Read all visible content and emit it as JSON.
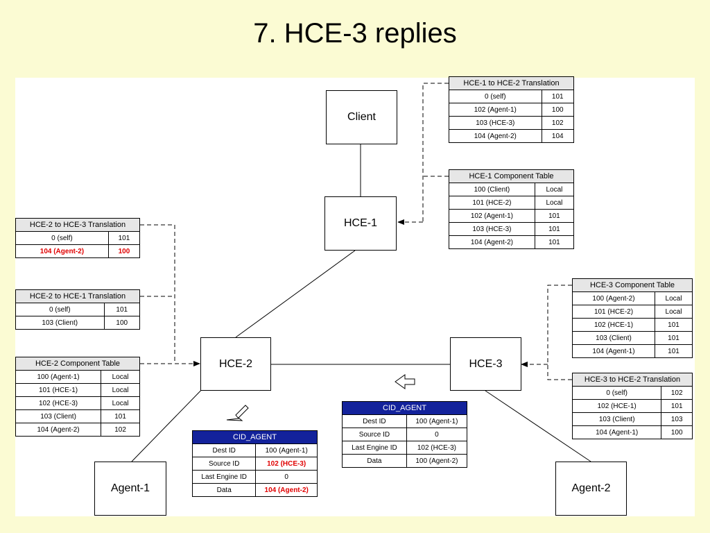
{
  "title": "7. HCE-3 replies",
  "nodes": {
    "client": "Client",
    "hce1": "HCE-1",
    "hce2": "HCE-2",
    "hce3": "HCE-3",
    "agent1": "Agent-1",
    "agent2": "Agent-2"
  },
  "tables": {
    "hce1_to_hce2": {
      "title": "HCE-1 to HCE-2 Translation",
      "rows": [
        [
          "0 (self)",
          "101"
        ],
        [
          "102 (Agent-1)",
          "100"
        ],
        [
          "103 (HCE-3)",
          "102"
        ],
        [
          "104 (Agent-2)",
          "104"
        ]
      ]
    },
    "hce1_component": {
      "title": "HCE-1 Component Table",
      "rows": [
        [
          "100 (Client)",
          "Local"
        ],
        [
          "101 (HCE-2)",
          "Local"
        ],
        [
          "102 (Agent-1)",
          "101"
        ],
        [
          "103 (HCE-3)",
          "101"
        ],
        [
          "104 (Agent-2)",
          "101"
        ]
      ]
    },
    "hce2_to_hce3": {
      "title": "HCE-2 to HCE-3 Translation",
      "rows": [
        [
          "0 (self)",
          "101"
        ],
        [
          "104 (Agent-2)",
          "100"
        ]
      ]
    },
    "hce2_to_hce1": {
      "title": "HCE-2 to HCE-1 Translation",
      "rows": [
        [
          "0 (self)",
          "101"
        ],
        [
          "103 (Client)",
          "100"
        ]
      ]
    },
    "hce2_component": {
      "title": "HCE-2 Component Table",
      "rows": [
        [
          "100 (Agent-1)",
          "Local"
        ],
        [
          "101 (HCE-1)",
          "Local"
        ],
        [
          "102 (HCE-3)",
          "Local"
        ],
        [
          "103 (Client)",
          "101"
        ],
        [
          "104 (Agent-2)",
          "102"
        ]
      ]
    },
    "hce3_component": {
      "title": "HCE-3 Component Table",
      "rows": [
        [
          "100 (Agent-2)",
          "Local"
        ],
        [
          "101 (HCE-2)",
          "Local"
        ],
        [
          "102 (HCE-1)",
          "101"
        ],
        [
          "103 (Client)",
          "101"
        ],
        [
          "104 (Agent-1)",
          "101"
        ]
      ]
    },
    "hce3_to_hce2": {
      "title": "HCE-3 to HCE-2 Translation",
      "rows": [
        [
          "0 (self)",
          "102"
        ],
        [
          "102 (HCE-1)",
          "101"
        ],
        [
          "103 (Client)",
          "103"
        ],
        [
          "104 (Agent-1)",
          "100"
        ]
      ]
    }
  },
  "messages": {
    "msg_hce3": {
      "title": "CID_AGENT",
      "rows": [
        [
          "Dest ID",
          "100 (Agent-1)"
        ],
        [
          "Source ID",
          "0"
        ],
        [
          "Last Engine ID",
          "102 (HCE-3)"
        ],
        [
          "Data",
          "100 (Agent-2)"
        ]
      ]
    },
    "msg_hce2": {
      "title": "CID_AGENT",
      "rows": [
        [
          "Dest ID",
          "100 (Agent-1)"
        ],
        [
          "Source ID",
          "102 (HCE-3)"
        ],
        [
          "Last Engine ID",
          "0"
        ],
        [
          "Data",
          "104 (Agent-2)"
        ]
      ]
    }
  },
  "colors": {
    "slide_background": "#fbfbd3",
    "message_header": "#13229b",
    "highlight": "#e00000"
  }
}
